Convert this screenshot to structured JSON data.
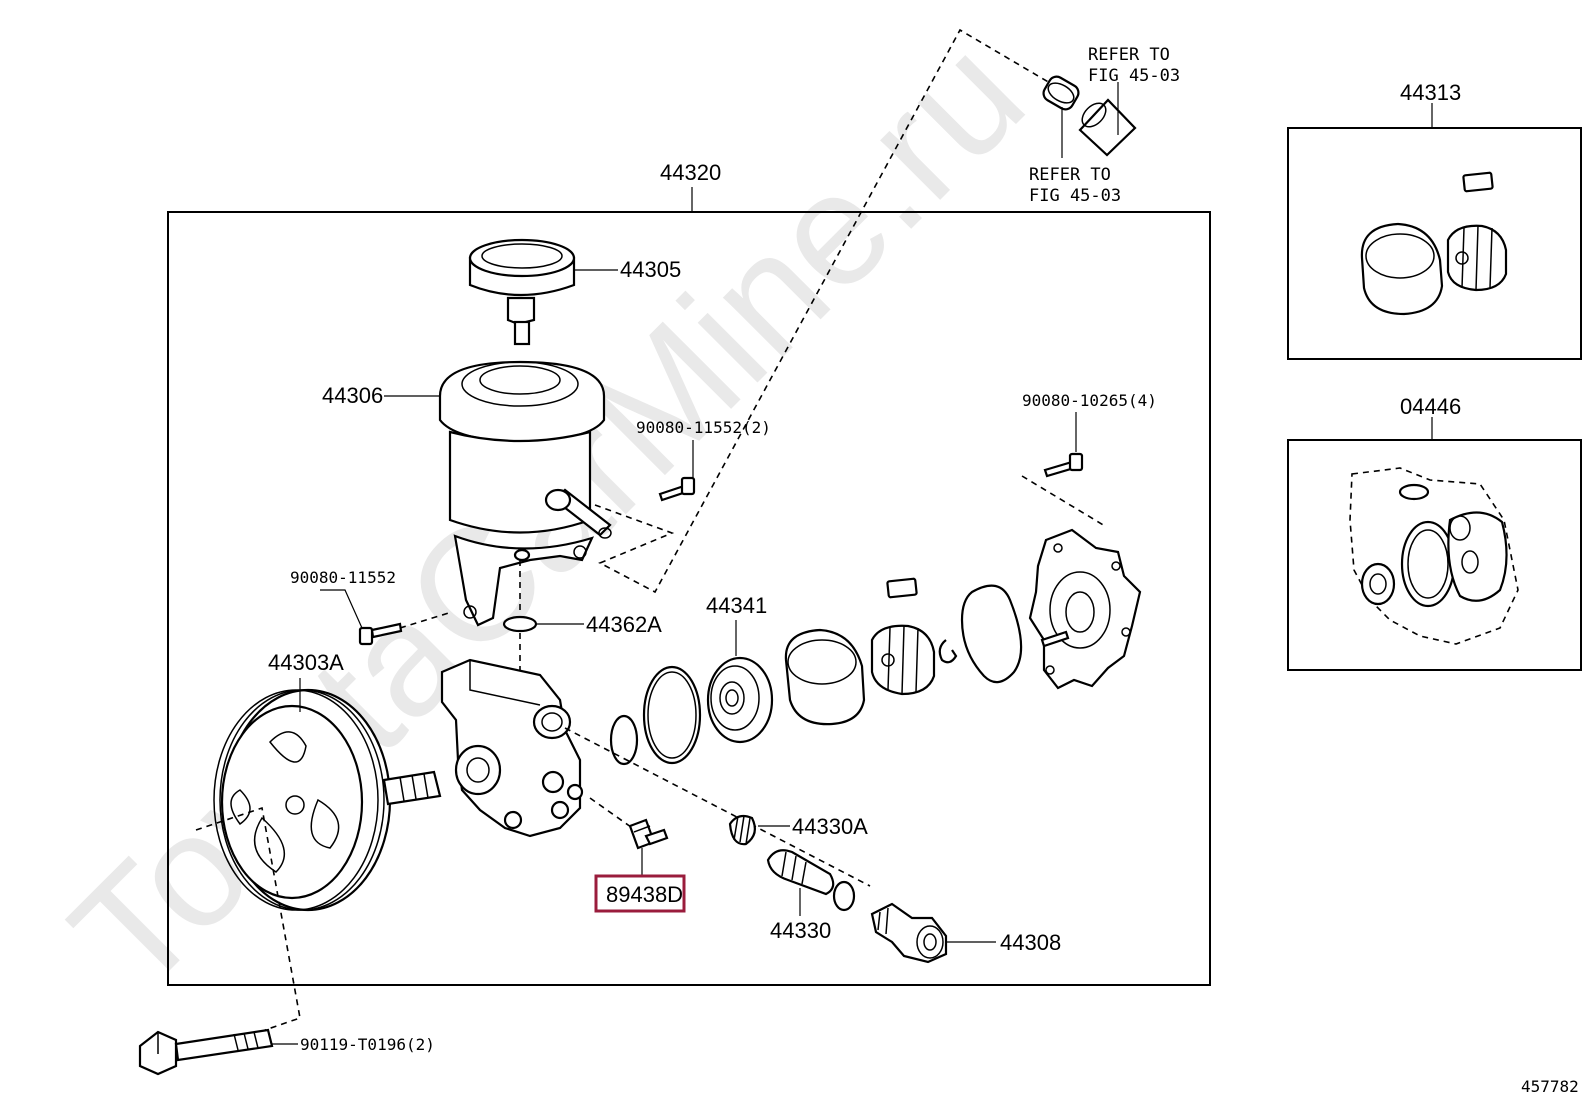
{
  "watermark": "ToyotaCarMine.ru",
  "diagram_id": "457782",
  "labels": {
    "p44320": "44320",
    "p44305": "44305",
    "p44306": "44306",
    "p90080_11552_2": "90080-11552(2)",
    "p90080_10265_4": "90080-10265(4)",
    "p90080_11552": "90080-11552",
    "p44362A": "44362A",
    "p44341": "44341",
    "p44303A": "44303A",
    "p44330A": "44330A",
    "p89438D": "89438D",
    "p44330": "44330",
    "p44308": "44308",
    "p90119": "90119-T0196(2)",
    "p44313": "44313",
    "p04446": "04446"
  },
  "refer_top": {
    "line1": "REFER TO",
    "line2": "FIG 45-03"
  },
  "refer_bottom": {
    "line1": "REFER TO",
    "line2": "FIG 45-03"
  },
  "highlighted_part": "89438D",
  "colors": {
    "highlight": "#9a1c3c",
    "ink": "#000000",
    "watermark": "#e9e9e9"
  }
}
